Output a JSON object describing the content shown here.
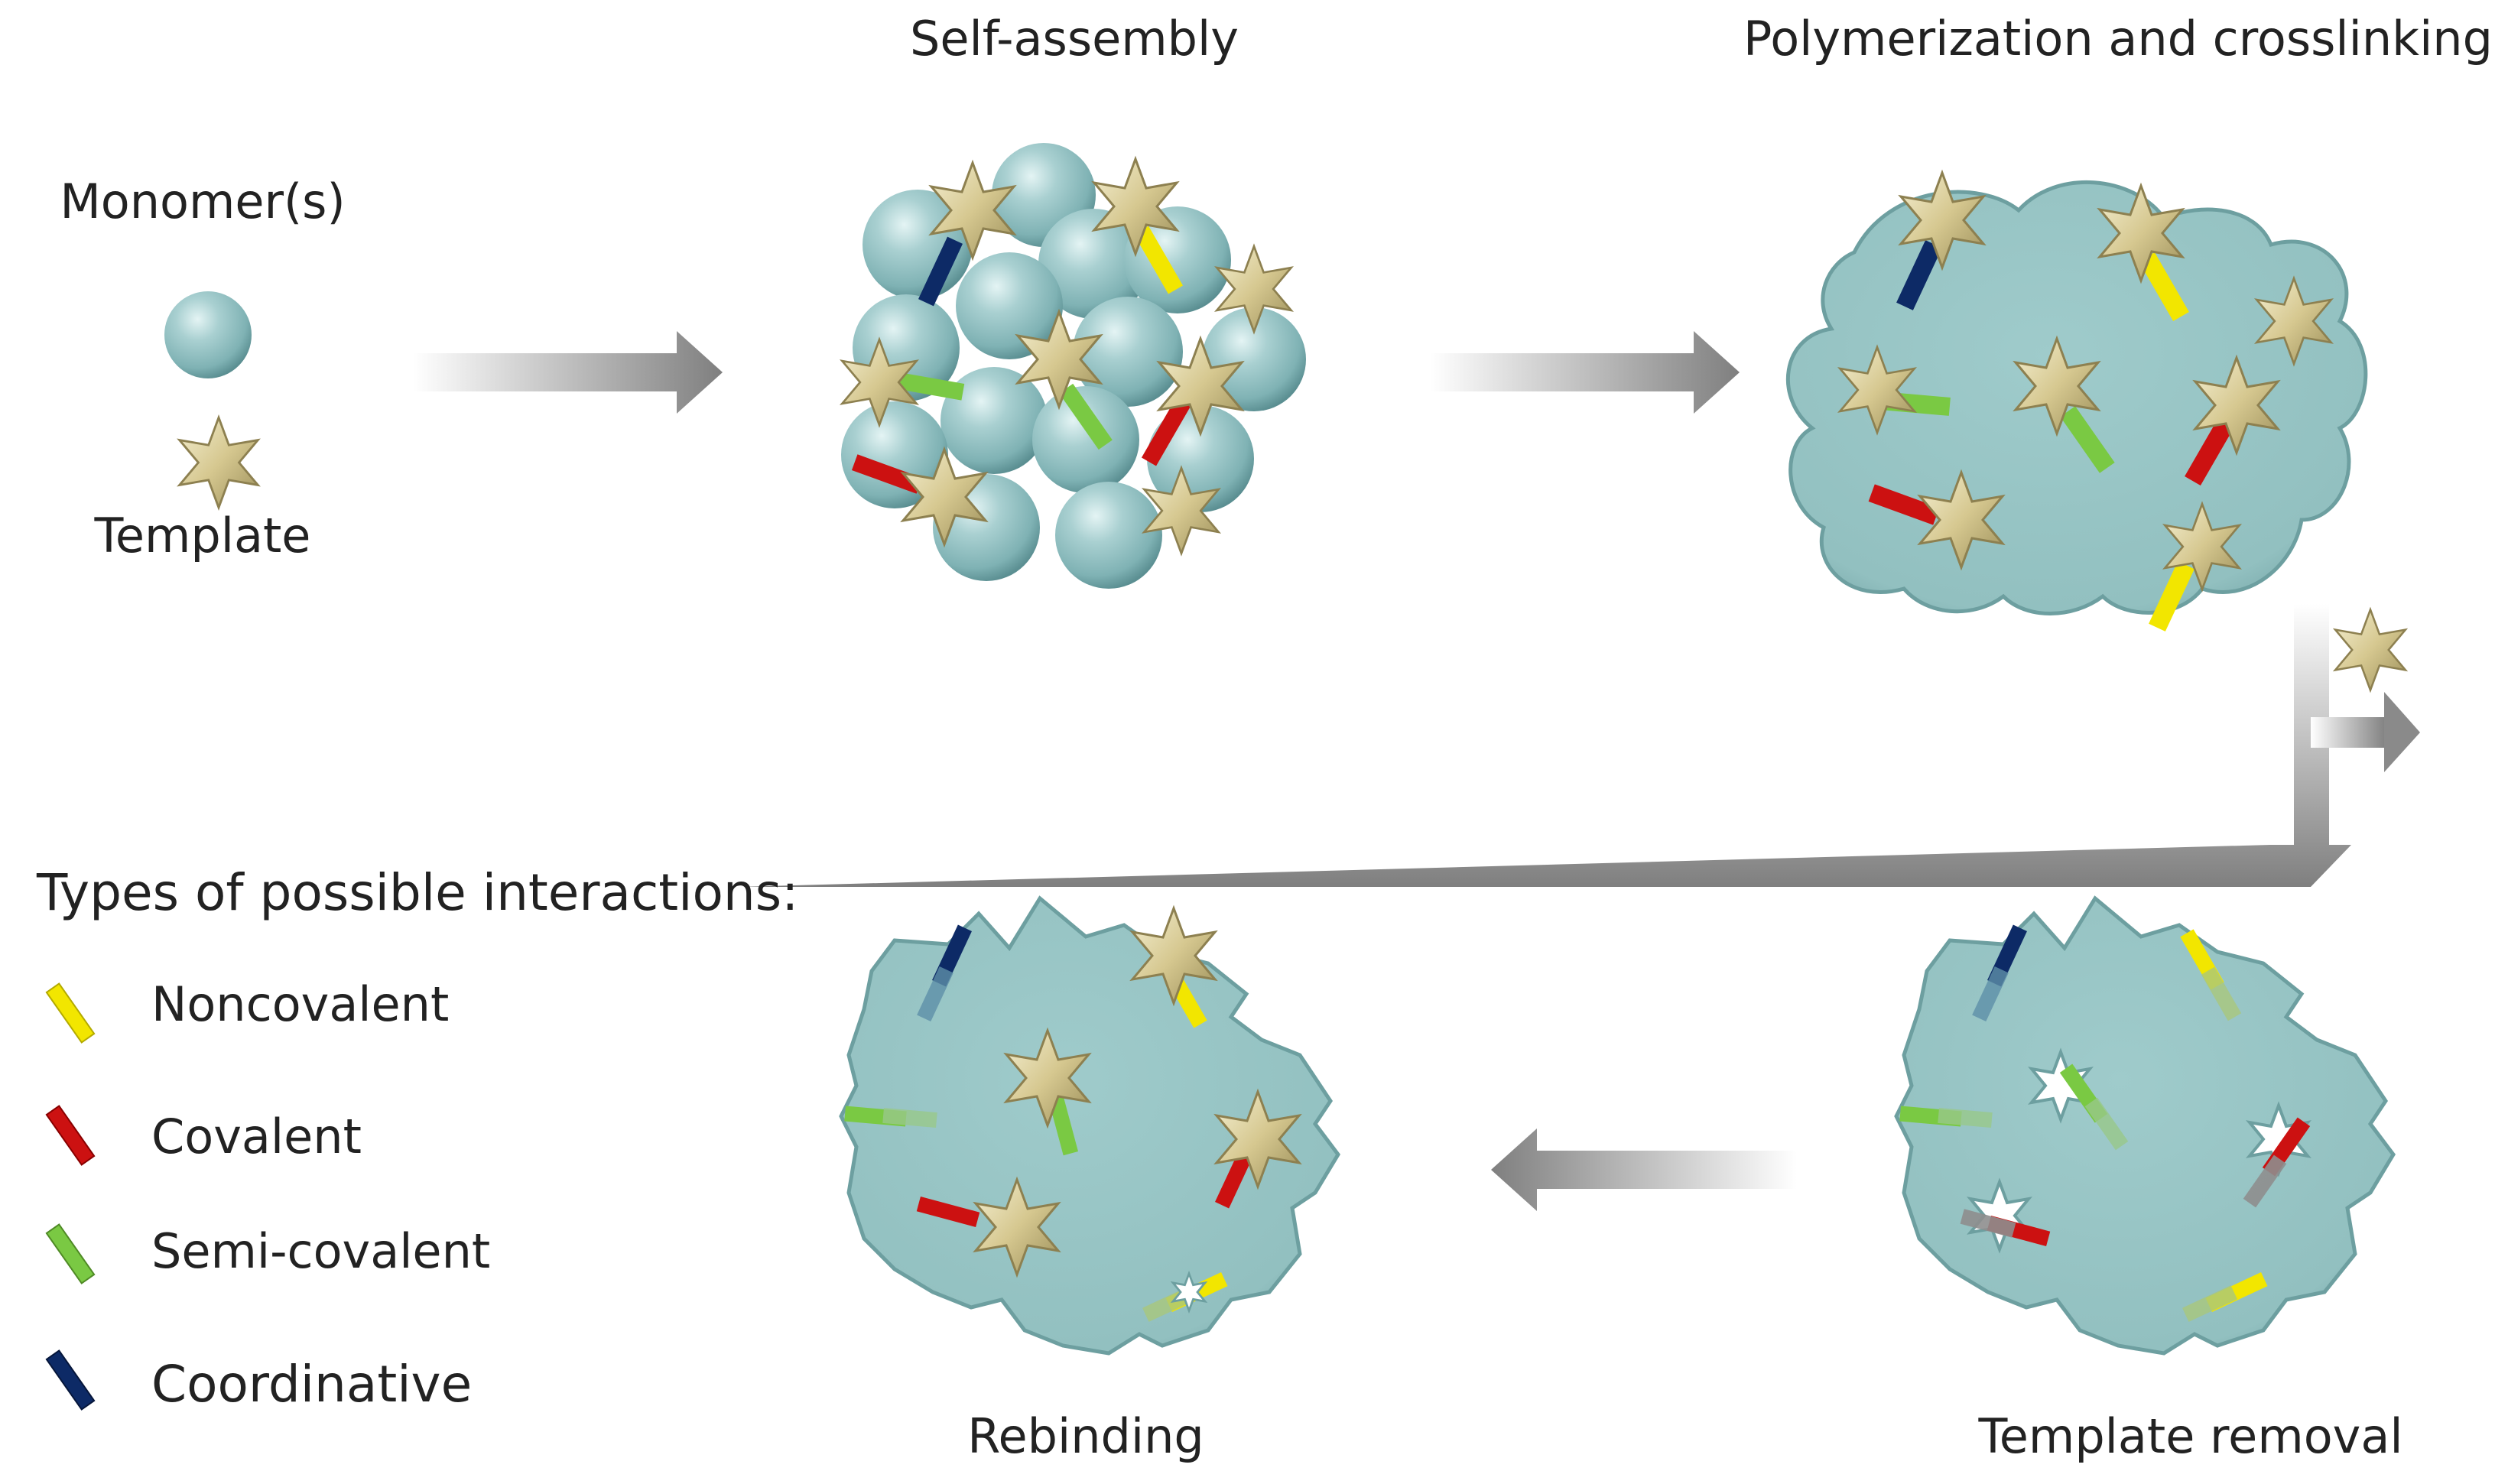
{
  "labels": {
    "monomer": "Monomer(s)",
    "template": "Template",
    "self_assembly": "Self-assembly",
    "polymerization": "Polymerization and crosslinking",
    "template_removal": "Template removal",
    "rebinding": "Rebinding"
  },
  "legend": {
    "title": "Types of possible interactions:",
    "items": [
      {
        "label": "Noncovalent",
        "color": "#f2e600"
      },
      {
        "label": "Covalent",
        "color": "#cc1111"
      },
      {
        "label": "Semi-covalent",
        "color": "#7ac943"
      },
      {
        "label": "Coordinative",
        "color": "#0d2a66"
      }
    ]
  },
  "colors": {
    "monomer": "#8fbfc0",
    "polymer": "#95c2c2",
    "template": "#d8cc98",
    "arrow": "#8a8a8a"
  },
  "icons": {
    "monomer": "sphere-icon",
    "template": "star-icon",
    "arrow": "gradient-arrow-icon"
  }
}
